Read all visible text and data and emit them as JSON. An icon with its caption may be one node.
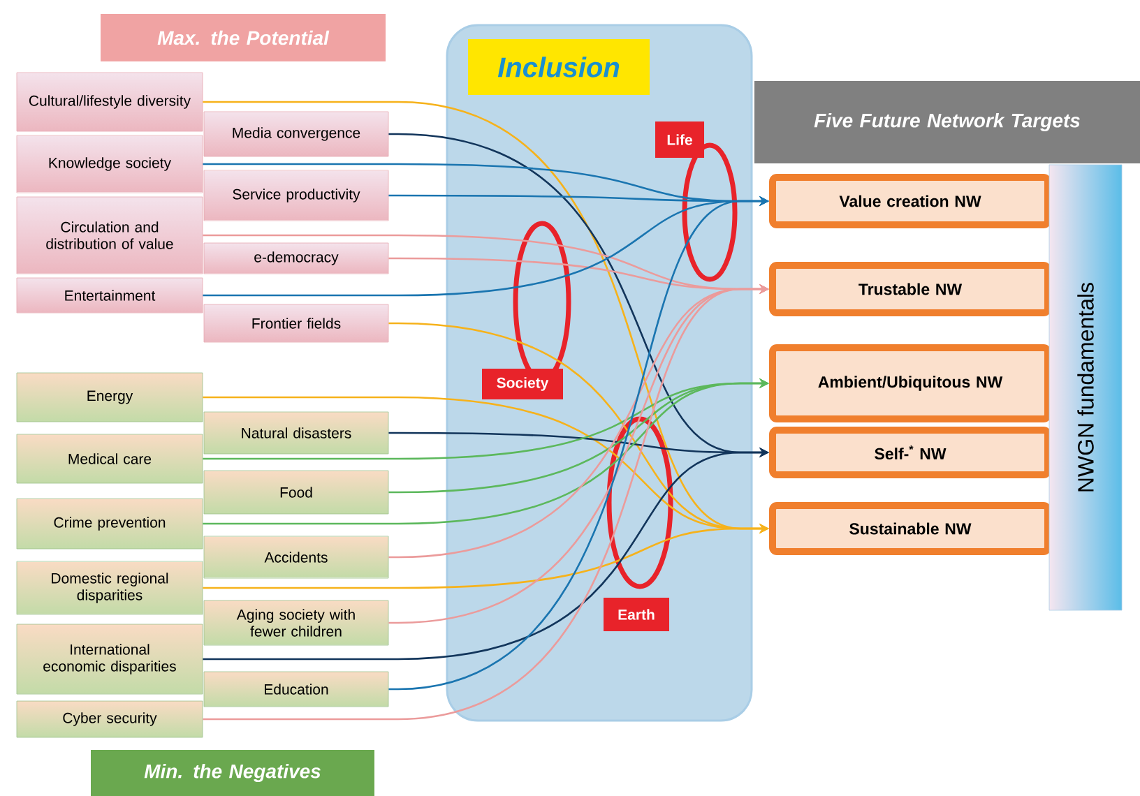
{
  "diagram": {
    "nodes": [
      {
        "text": [
          "Max. the Potential"
        ]
      },
      {
        "text": [
          "Cultural/lifestyle diversity"
        ]
      },
      {
        "text": [
          "Media convergence"
        ]
      },
      {
        "text": [
          "Knowledge society"
        ]
      },
      {
        "text": [
          "Service productivity"
        ]
      },
      {
        "text": [
          "Circulation and distribution of value"
        ]
      },
      {
        "text": [
          "e-democracy"
        ]
      },
      {
        "text": [
          "Entertainment"
        ]
      },
      {
        "text": [
          "Frontier fields"
        ]
      },
      {
        "text": [
          "Energy"
        ]
      },
      {
        "text": [
          "Natural disasters"
        ]
      },
      {
        "text": [
          "Medical care"
        ]
      },
      {
        "text": [
          "Food"
        ]
      },
      {
        "text": [
          "Crime prevention"
        ]
      },
      {
        "text": [
          "Accidents"
        ]
      },
      {
        "text": [
          "Domestic regional disparities"
        ]
      },
      {
        "text": [
          "Aging society with fewer children"
        ]
      },
      {
        "text": [
          "International economic disparities"
        ]
      },
      {
        "text": [
          "Education"
        ]
      },
      {
        "text": [
          "Cyber security"
        ]
      },
      {
        "text": [
          "Min. the Negatives"
        ]
      },
      {
        "text": [
          "Inclusion"
        ]
      },
      {
        "text": [
          "Life"
        ],
        "in": 21
      },
      {
        "text": [
          "Society"
        ],
        "in": 21
      },
      {
        "text": [
          "Earth"
        ],
        "in": 21
      },
      {
        "text": [
          "Five Future Network Targets"
        ]
      },
      {
        "text": [
          "Value creation NW"
        ]
      },
      {
        "text": [
          "Trustable NW"
        ]
      },
      {
        "text": [
          "Ambient/Ubiquitous NW"
        ]
      },
      {
        "text": [
          "Self-$^{*}$ NW"
        ]
      },
      {
        "text": [
          "Sustainable NW"
        ]
      },
      {
        "text": [
          "NWGN fundamentals"
        ]
      }
    ],
    "edges": [
      {
        "from": 1,
        "to": 30,
        "arrow": "to",
        "color": "#f6b21b"
      },
      {
        "from": 2,
        "to": 29,
        "arrow": "to",
        "color": "#12355b"
      },
      {
        "from": 3,
        "to": 26,
        "arrow": "to",
        "color": "#1a75b0"
      },
      {
        "from": 4,
        "to": 26,
        "arrow": "to",
        "color": "#1a75b0"
      },
      {
        "from": 5,
        "to": 27,
        "arrow": "to",
        "color": "#eb9b9b"
      },
      {
        "from": 6,
        "to": 27,
        "arrow": "to",
        "color": "#eb9b9b"
      },
      {
        "from": 7,
        "to": 26,
        "arrow": "to",
        "color": "#1a75b0"
      },
      {
        "from": 8,
        "to": 30,
        "arrow": "to",
        "color": "#f6b21b"
      },
      {
        "from": 9,
        "to": 30,
        "arrow": "to",
        "color": "#f6b21b"
      },
      {
        "from": 10,
        "to": 29,
        "arrow": "to",
        "color": "#12355b"
      },
      {
        "from": 11,
        "to": 28,
        "arrow": "to",
        "color": "#5cb85c"
      },
      {
        "from": 12,
        "to": 28,
        "arrow": "to",
        "color": "#5cb85c"
      },
      {
        "from": 13,
        "to": 28,
        "arrow": "to",
        "color": "#5cb85c"
      },
      {
        "from": 14,
        "to": 27,
        "arrow": "to",
        "color": "#eb9b9b"
      },
      {
        "from": 15,
        "to": 30,
        "arrow": "to",
        "color": "#f6b21b"
      },
      {
        "from": 16,
        "to": 27,
        "arrow": "to",
        "color": "#eb9b9b"
      },
      {
        "from": 17,
        "to": 29,
        "arrow": "to",
        "color": "#12355b"
      },
      {
        "from": 18,
        "to": 26,
        "arrow": "to",
        "color": "#1a75b0"
      },
      {
        "from": 19,
        "to": 27,
        "arrow": "to",
        "color": "#eb9b9b"
      }
    ]
  }
}
